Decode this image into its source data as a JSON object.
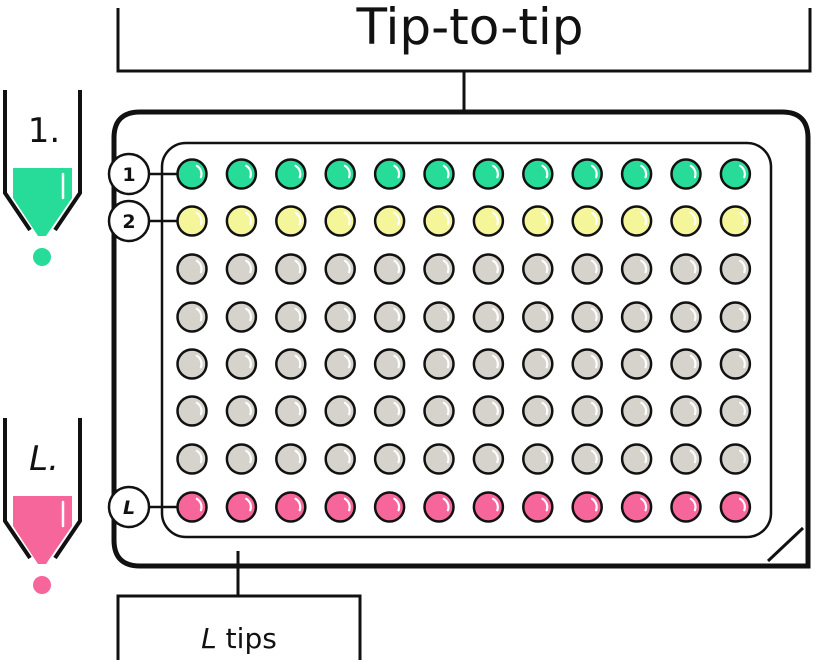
{
  "title": "Tip-to-tip",
  "tubes": [
    {
      "label": "1.",
      "color": "#27dc98",
      "italic": false
    },
    {
      "label": "L.",
      "color": "#f7669a",
      "italic": true
    }
  ],
  "plate": {
    "columns": 12,
    "rows": [
      {
        "label": "1",
        "color": "#27dc98",
        "italic": false
      },
      {
        "label": "2",
        "color": "#f5f59a",
        "italic": false
      },
      {
        "label": "",
        "color": "#d6d2cc",
        "italic": false
      },
      {
        "label": "",
        "color": "#d6d2cc",
        "italic": false
      },
      {
        "label": "",
        "color": "#d6d2cc",
        "italic": false
      },
      {
        "label": "",
        "color": "#d6d2cc",
        "italic": false
      },
      {
        "label": "",
        "color": "#d6d2cc",
        "italic": false
      },
      {
        "label": "L",
        "color": "#f7669a",
        "italic": true
      }
    ]
  },
  "bottom_label": {
    "italic_part": "L",
    "rest": " tips"
  },
  "colors": {
    "stroke": "#111111",
    "highlight": "#ffffff"
  }
}
